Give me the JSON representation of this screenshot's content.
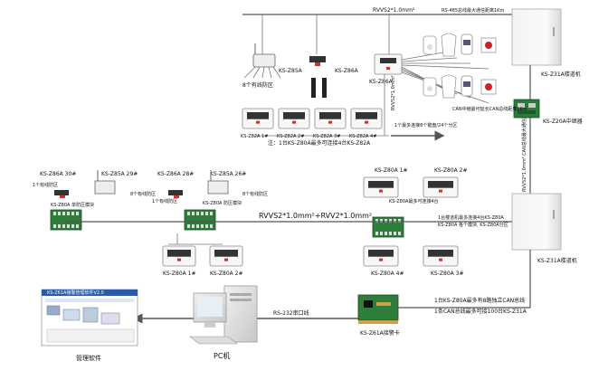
{
  "top_bus": {
    "label_left": "RVVS2*1.0mm²",
    "label_right": "RS-485总线最大通信距离1Km"
  },
  "top_area": {
    "siren_label": "KS-Z85A",
    "detectors_label": "KS-Z86A",
    "keypad_label": "KS-Z86A",
    "siren_caption": "8个有线防区",
    "host_units": [
      {
        "label": "KS-Z82A 1#"
      },
      {
        "label": "KS-Z82A 2#"
      },
      {
        "label": "KS-Z82A 3#"
      },
      {
        "label": "KS-Z82A 4#"
      }
    ],
    "host_note": "注：1台KS-Z80A最多可连接4台KS-Z82A",
    "vert_wire_label": "RVVS2*1.0mm²",
    "side_note": "1个最多连接8个键盘/24个分区"
  },
  "building_top": {
    "label": "KS-Z31A楼道机"
  },
  "relay": {
    "label": "KS-Z20A中继器",
    "note": "CAN中继最可延长CAN总线距离1Km"
  },
  "vertical_bus_label": "RVVS2*1.0mm² CAN总线最大通信距离2Km",
  "middle_area": {
    "left_devices": [
      {
        "label": "KS-Z86A 30#"
      },
      {
        "label": "KS-Z85A 29#"
      },
      {
        "label": "KS-Z86A 28#"
      },
      {
        "label": "KS-Z85A 26#"
      }
    ],
    "zone_notes": [
      "1个有线防区",
      "8个有线防区",
      "1个有线防区",
      "8个有线防区"
    ],
    "module_labels": [
      "KS-Z80A 单防区模块",
      "KS-Z80A 防区模块"
    ],
    "bus_label": "RVVS2*1.0mm²+RVV2*1.0mm²",
    "lower_units": [
      {
        "label": "KS-Z80A 1#"
      },
      {
        "label": "KS-Z80A 2#"
      }
    ],
    "right_units_top": [
      {
        "label": "KS-Z80A 1#"
      },
      {
        "label": "KS-Z80A 2#"
      }
    ],
    "right_units_bottom": [
      {
        "label": "KS-Z80A 4#"
      },
      {
        "label": "KS-Z80A 3#"
      }
    ],
    "right_board_note1": "KS-Z80A最多可连接4台",
    "right_board_note2": "1台楼道机最多连接4台KS-Z80A",
    "right_board_note3": "KS-Z80A 各个模块, KS-Z80A分区"
  },
  "building_bottom": {
    "label": "KS-Z31A楼道机"
  },
  "bottom_area": {
    "can_note1": "1台KS-Z80A最多有8路独立CAN总线",
    "can_note2": "1条CAN总线最多可接100台KS-Z31A",
    "card_label": "KS-Z61A接警卡",
    "serial_label": "RS-232串口线",
    "pc_label": "PC机",
    "software_label": "管理软件",
    "software_title": "KS-Z61A接警管理软件V2.0"
  }
}
